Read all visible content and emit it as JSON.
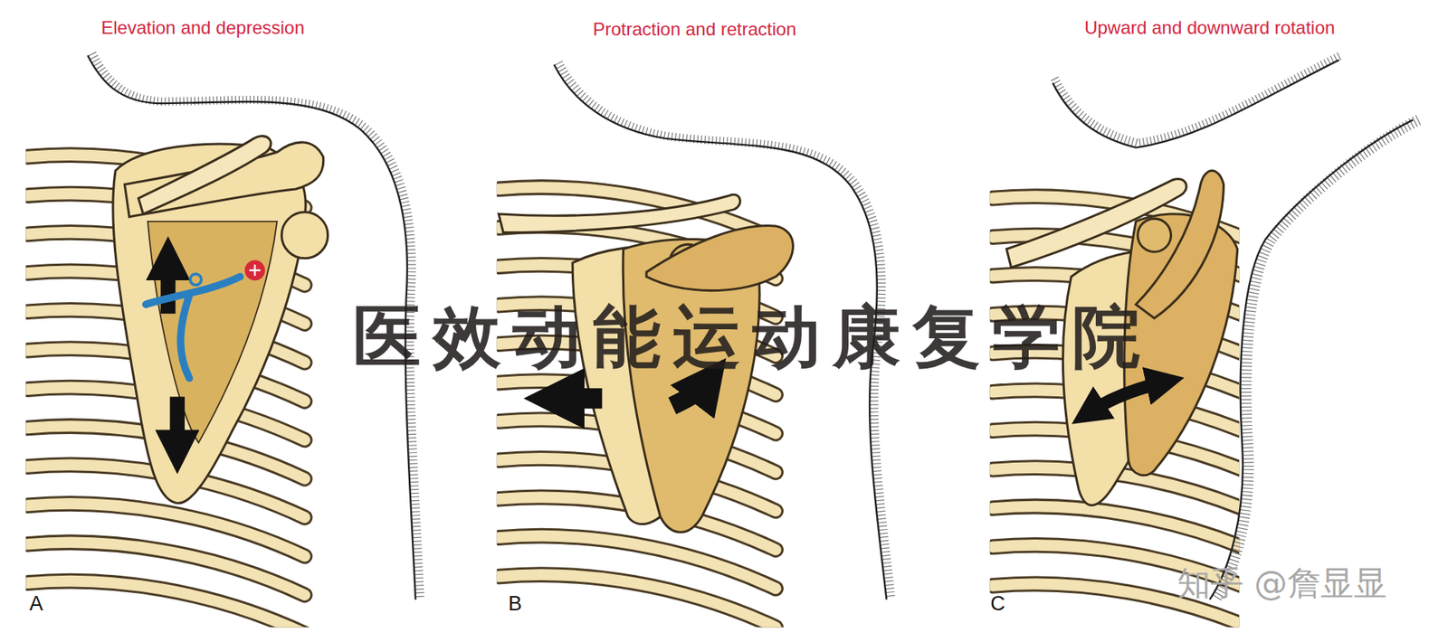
{
  "diagram": {
    "labels": [
      "Elevation and depression",
      "Protraction and retraction",
      "Upward and downward rotation",
      "A",
      "B",
      "C",
      "医效动能运动康复学院",
      "知乎 @詹显显"
    ]
  }
}
